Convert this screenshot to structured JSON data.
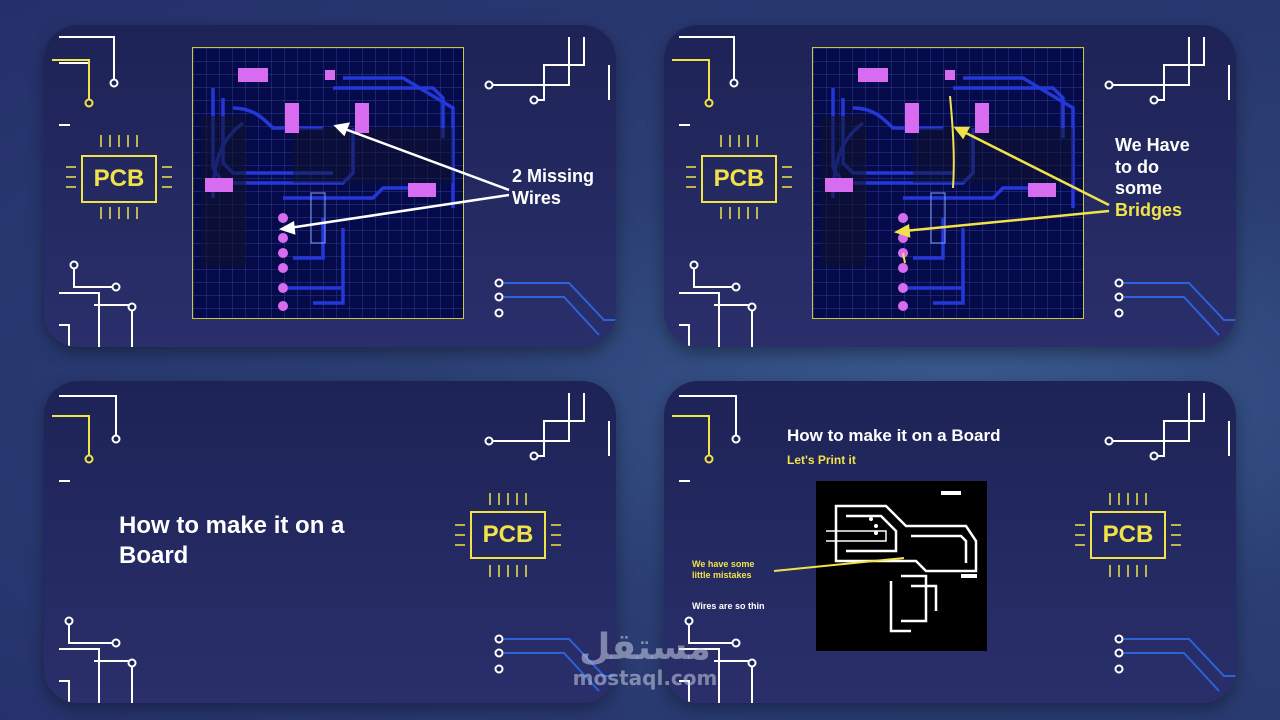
{
  "slide1": {
    "badge": "PCB",
    "annotation_line1": "2 Missing",
    "annotation_line2": "Wires"
  },
  "slide2": {
    "badge": "PCB",
    "annotation_line1": "We Have",
    "annotation_line2": "to do",
    "annotation_line3": "some",
    "annotation_highlight": "Bridges"
  },
  "slide3": {
    "badge": "PCB",
    "title_line1": "How to make it on a",
    "title_line2": "Board"
  },
  "slide4": {
    "badge": "PCB",
    "title": "How to make it on a Board",
    "subtitle": "Let's Print it",
    "note_mistakes_line1": "We have some",
    "note_mistakes_line2": "little mistakes",
    "note_thin": "Wires are so thin"
  },
  "watermark": {
    "arabic": "مستقل",
    "latin": "mostaql.com"
  },
  "colors": {
    "accent_yellow": "#f2e24a",
    "slide_bg": "#1d2356",
    "board_bg": "#050a4a",
    "trace_blue": "#2438d8"
  }
}
